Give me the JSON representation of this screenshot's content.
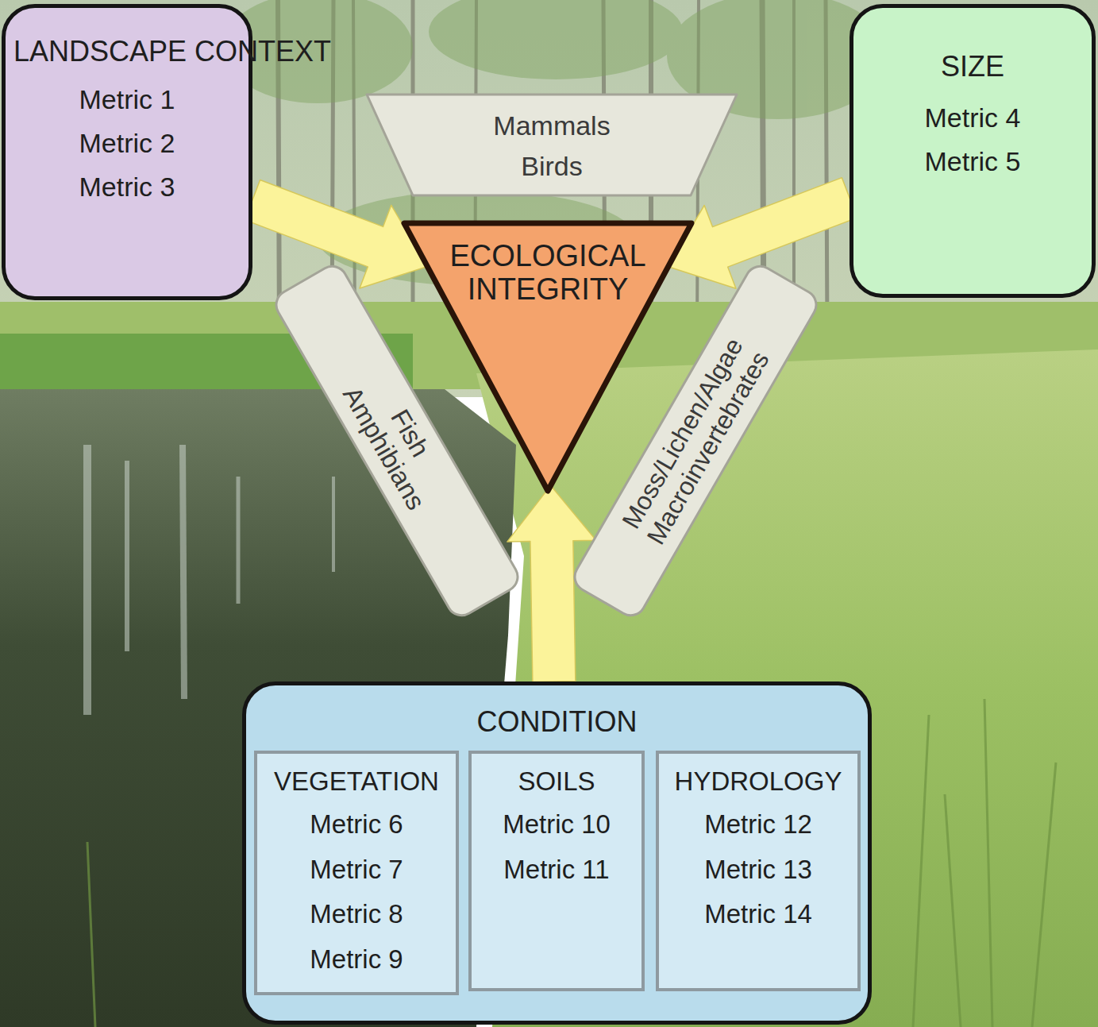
{
  "diagram": {
    "nodes": [
      {
        "text": [
          "LANDSCAPE CONTEXT",
          "Metric 1",
          "Metric 2",
          "Metric 3"
        ]
      },
      {
        "text": [
          "Mammals",
          "Birds"
        ]
      },
      {
        "text": [
          "SIZE",
          "Metric 4",
          "Metric 5"
        ]
      },
      {
        "text": [
          "ECOLOGICAL INTEGRITY"
        ]
      },
      {
        "text": [
          "Fish",
          "Amphibians"
        ]
      },
      {
        "text": [
          "Moss/Lichen/Algae",
          "Macroinvertebrates"
        ]
      },
      {
        "text": [
          "CONDITION"
        ]
      },
      {
        "text": [
          "VEGETATION",
          "Metric 6",
          "Metric 7",
          "Metric 8",
          "Metric 9"
        ],
        "in": 6
      },
      {
        "text": [
          "SOILS",
          "Metric 10",
          "Metric 11"
        ],
        "in": 6
      },
      {
        "text": [
          "HYDROLOGY",
          "Metric 12",
          "Metric 13",
          "Metric 14"
        ],
        "in": 6
      }
    ],
    "edges": [
      {
        "from": 0,
        "to": 3,
        "arrow": "to"
      },
      {
        "from": 2,
        "to": 3,
        "arrow": "to"
      },
      {
        "from": 6,
        "to": 3,
        "arrow": "to"
      }
    ]
  }
}
